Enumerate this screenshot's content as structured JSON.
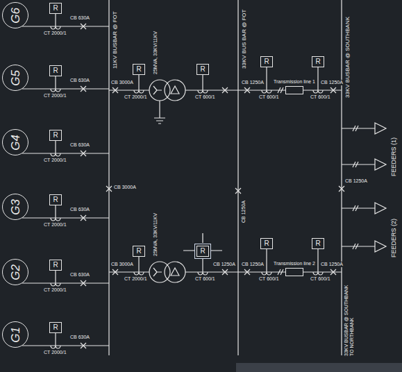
{
  "diagram": {
    "nodes": [
      {
        "text": [
          "G6"
        ]
      },
      {
        "text": [
          "G5"
        ]
      },
      {
        "text": [
          "G4"
        ]
      },
      {
        "text": [
          "G3"
        ]
      },
      {
        "text": [
          "G2"
        ]
      },
      {
        "text": [
          "G1"
        ]
      },
      {
        "text": [
          "R"
        ]
      },
      {
        "text": [
          "R"
        ]
      },
      {
        "text": [
          "R"
        ]
      },
      {
        "text": [
          "R"
        ]
      },
      {
        "text": [
          "R"
        ]
      },
      {
        "text": [
          "R"
        ]
      },
      {
        "text": [
          "R"
        ]
      },
      {
        "text": [
          "R"
        ]
      },
      {
        "text": [
          "R"
        ]
      },
      {
        "text": [
          "R"
        ]
      },
      {
        "text": [
          "R"
        ]
      },
      {
        "text": [
          "R"
        ]
      },
      {
        "text": [
          "R"
        ]
      },
      {
        "text": [
          "R"
        ]
      },
      {
        "text": [
          "Transmission line 1"
        ]
      },
      {
        "text": [
          "Transmission line 2"
        ]
      }
    ],
    "labels": [
      "CB 630A",
      "CB 630A",
      "CB 630A",
      "CB 630A",
      "CB 630A",
      "CB 630A",
      "CT 2000/1",
      "CT 2000/1",
      "CT 2000/1",
      "CT 2000/1",
      "CT 2000/1",
      "CT 2000/1",
      "11KV BUSBAR @ FOT",
      "25MVA, 33KV/11KV",
      "CB 3000A",
      "CT 2000/1",
      "CT 600/1",
      "33KV BUS BAR @ FOT",
      "CB 1250A",
      "CT 600/1",
      "CB 1250A",
      "CT 600/1",
      "33KV BUSBAR @ SOUTHBANK",
      "FEEDERS (1)",
      "CB 3000A",
      "CB 1250A",
      "CB 1250A",
      "FEEDERS (2)",
      "25MVA, 33KV/11KV",
      "CB 3000A",
      "CT 2000/1",
      "CT 600/1",
      "CB 1250A",
      "CB 1250A",
      "CT 600/1",
      "CB 1250A",
      "CT 600/1",
      "33KV BUSBAR @ SOUTHBANK TO NORTHBANK"
    ]
  }
}
